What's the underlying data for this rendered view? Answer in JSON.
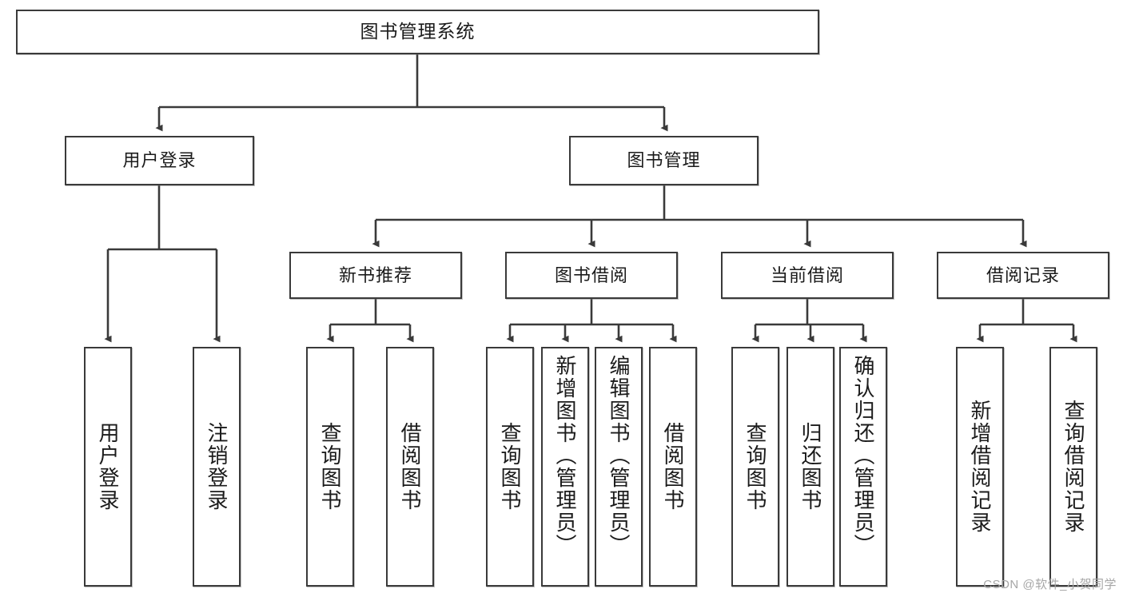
{
  "diagram": {
    "type": "tree",
    "title": "图书管理系统",
    "watermark": "CSDN @软件_小贺同学",
    "colors": {
      "box_border": "#3a3a3a",
      "box_fill": "#ffffff",
      "connector": "#3a3a3a",
      "text": "#1b1b1b",
      "watermark": "#a6a6a6"
    },
    "nodes": {
      "root": {
        "label": "图书管理系统"
      },
      "level2": [
        {
          "label": "用户登录"
        },
        {
          "label": "图书管理"
        }
      ],
      "level3": [
        {
          "label": "新书推荐"
        },
        {
          "label": "图书借阅"
        },
        {
          "label": "当前借阅"
        },
        {
          "label": "借阅记录"
        }
      ],
      "leaves": {
        "user_login": [
          {
            "label": "用户登录"
          },
          {
            "label": "注销登录"
          }
        ],
        "new_book": [
          {
            "label": "查询图书"
          },
          {
            "label": "借阅图书"
          }
        ],
        "book_borrow": [
          {
            "label": "查询图书"
          },
          {
            "label": "新增图书（管理员）"
          },
          {
            "label": "编辑图书（管理员）"
          },
          {
            "label": "借阅图书"
          }
        ],
        "current_borrow": [
          {
            "label": "查询图书"
          },
          {
            "label": "归还图书"
          },
          {
            "label": "确认归还（管理员）"
          }
        ],
        "borrow_record": [
          {
            "label": "新增借阅记录"
          },
          {
            "label": "查询借阅记录"
          }
        ]
      }
    }
  }
}
